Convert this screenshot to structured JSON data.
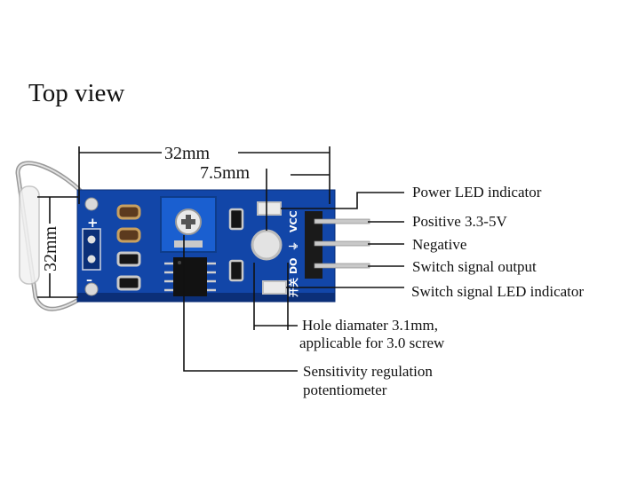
{
  "title": "Top view",
  "dimensions": {
    "width": "32mm",
    "hole_offset": "7.5mm",
    "height": "32mm"
  },
  "callouts": {
    "power_led": "Power LED indicator",
    "positive": "Positive 3.3-5V",
    "negative": "Negative",
    "switch_output": "Switch signal output",
    "switch_led": "Switch signal LED indicator",
    "hole_line1": "Hole diamater 3.1mm,",
    "hole_line2": "applicable for 3.0 screw",
    "pot_line1": "Sensitivity regulation",
    "pot_line2": "potentiometer"
  },
  "board_silkscreen": {
    "plus": "+",
    "minus": "–",
    "vcc": "VCC",
    "gnd": "⏚",
    "do": "DO",
    "chinese": "开关"
  },
  "colors": {
    "pcb": "#1246a8",
    "pcb_dark": "#0b2f78",
    "potentiometer": "#1a5fd0",
    "pin_metal": "#c9c9c9",
    "reed_glass": "#e6e6e6"
  }
}
